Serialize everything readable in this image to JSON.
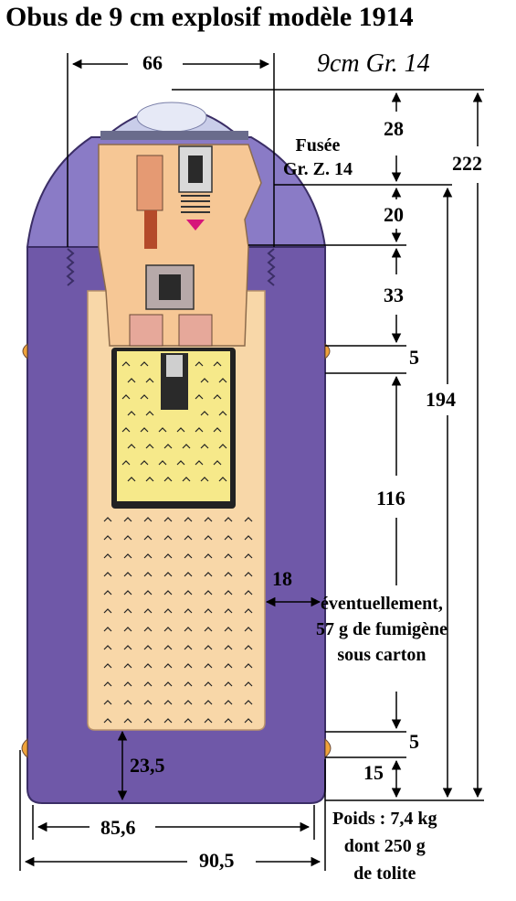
{
  "title": "Obus de 9 cm explosif modèle 1914",
  "subtitle": "9cm Gr. 14",
  "fuse_label": [
    "Fusée",
    "Gr. Z. 14"
  ],
  "dimensions": {
    "top_width": "66",
    "fuse_height": "28",
    "total_height": "222",
    "seg_20": "20",
    "seg_33": "33",
    "band_upper": "5",
    "body_height": "194",
    "cavity_116": "116",
    "wall": "18",
    "band_lower": "5",
    "base_15": "15",
    "base_thickness": "23,5",
    "inner_width": "85,6",
    "outer_width": "90,5"
  },
  "smoke_note": [
    "éventuellement,",
    "57 g de fumigène",
    "sous carton"
  ],
  "weight_note": [
    "Poids : 7,4 kg",
    "dont 250 g",
    "de tolite"
  ],
  "colors": {
    "shell": "#6f58a8",
    "shell_dark": "#4a3a7e",
    "fuse": "#f6c795",
    "cavity": "#f8d7a8",
    "explosive_box": "#f6e98a",
    "band": "#f0a33a",
    "cap": "#bfc6e6"
  }
}
